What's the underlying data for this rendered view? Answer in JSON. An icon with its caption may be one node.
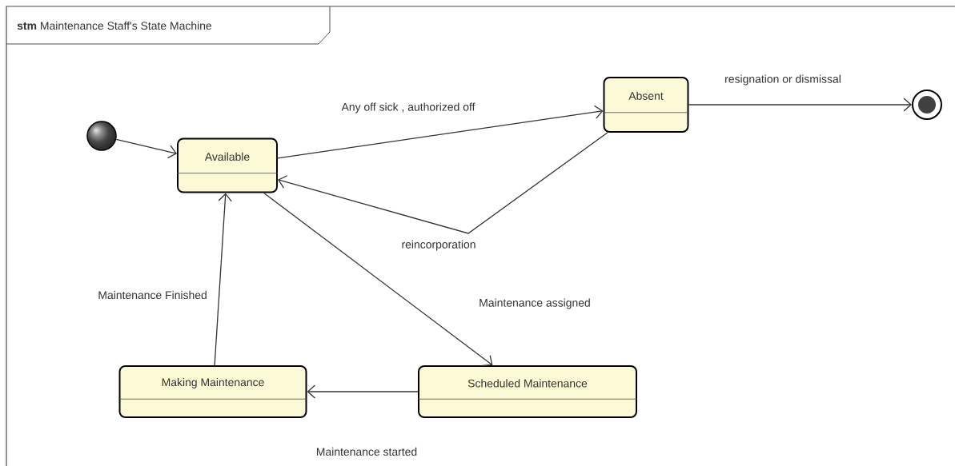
{
  "diagram": {
    "title": "**stm** Maintenance Staff's State Machine",
    "nodes": [
      {
        "text": [],
        "shape": "circle"
      },
      {
        "text": [
          "Available"
        ]
      },
      {
        "text": [
          "Absent"
        ]
      },
      {
        "text": [],
        "shape": "circle"
      },
      {
        "text": [
          "Making Maintenance"
        ]
      },
      {
        "text": [
          "Scheduled Maintenance"
        ]
      }
    ],
    "edges": [
      {
        "from": 0,
        "to": 1,
        "arrow": "to"
      },
      {
        "from": 1,
        "to": 2,
        "arrow": "to",
        "label": "Any off sick , authorized off"
      },
      {
        "from": 2,
        "to": 3,
        "arrow": "to",
        "label": "resignation or dismissal"
      },
      {
        "from": 2,
        "to": 1,
        "arrow": "to",
        "label": "reincorporation"
      },
      {
        "from": 1,
        "to": 5,
        "arrow": "to",
        "label": "Maintenance assigned"
      },
      {
        "from": 5,
        "to": 4,
        "arrow": "to",
        "label": "Maintenance started"
      },
      {
        "from": 4,
        "to": 1,
        "arrow": "to",
        "label": "Maintenance Finished"
      }
    ]
  }
}
